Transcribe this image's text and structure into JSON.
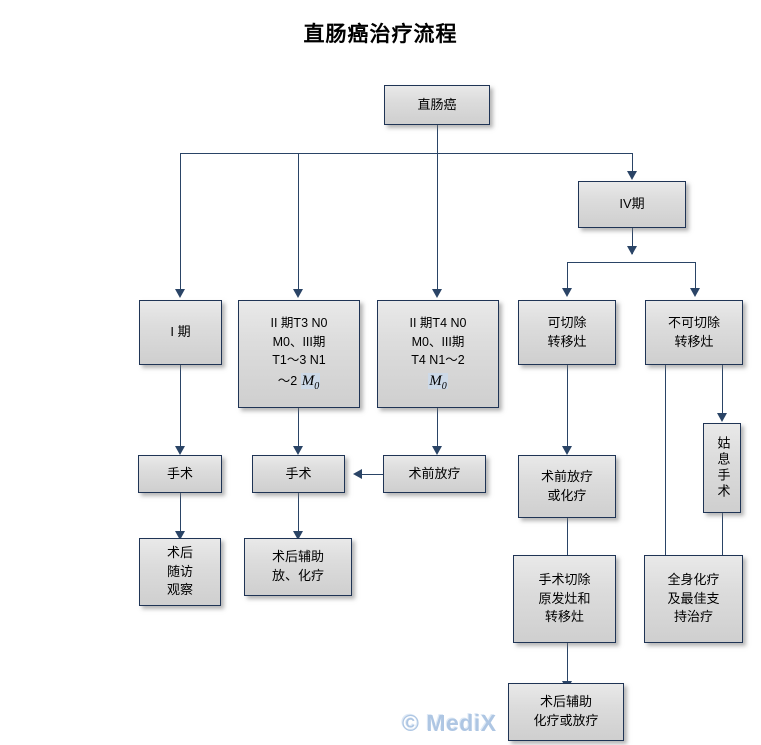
{
  "title": "直肠癌治疗流程",
  "watermark": {
    "symbol": "©",
    "brand": "MediX"
  },
  "colors": {
    "node_border": "#1f3455",
    "node_fill_top": "#e9e9e9",
    "node_fill_bottom": "#cfcfcf",
    "connector": "#2a4466",
    "watermark": "#aec6e3",
    "m0_highlight": "#ccd9e8",
    "title_text": "#000000"
  },
  "nodes": {
    "root": {
      "label": "直肠癌"
    },
    "stage4": {
      "label": "IV期"
    },
    "stage1": {
      "label": "I 期"
    },
    "stage2_t3": {
      "label_line1": "II 期T3 N0",
      "label_line2": "M0、III期",
      "label_line3": "T1〜3  N1",
      "label_line4": "〜2",
      "label_m0": "M",
      "label_m0_sub": "0"
    },
    "stage2_t4": {
      "label_line1": "II 期T4 N0",
      "label_line2": "M0、III期",
      "label_line3": "T4 N1〜2",
      "label_m0": "M",
      "label_m0_sub": "0"
    },
    "resectable_mets": {
      "label": "可切除\n转移灶"
    },
    "unresectable_mets": {
      "label": "不可切除\n转移灶"
    },
    "surgery_1": {
      "label": "手术"
    },
    "surgery_2": {
      "label": "手术"
    },
    "preop_radio": {
      "label": "术前放疗"
    },
    "preop_radio_or_chemo": {
      "label": "术前放疗\n或化疗"
    },
    "palliative_surgery": {
      "label": "姑息手术"
    },
    "postop_followup": {
      "label": "术后\n随访\n观察"
    },
    "postop_adjuvant_radio_chemo": {
      "label": "术后辅助\n放、化疗"
    },
    "resect_primary_and_mets": {
      "label": "手术切除\n原发灶和\n转移灶"
    },
    "systemic_chemo_supportive": {
      "label": "全身化疗\n及最佳支\n持治疗"
    },
    "postop_adjuvant_chemo_radio": {
      "label": "术后辅助\n化疗或放疗"
    }
  },
  "flow": {
    "edges": [
      {
        "from": "root",
        "to": "stage1"
      },
      {
        "from": "root",
        "to": "stage2_t3"
      },
      {
        "from": "root",
        "to": "stage2_t4"
      },
      {
        "from": "root",
        "to": "stage4"
      },
      {
        "from": "stage4",
        "to": "resectable_mets"
      },
      {
        "from": "stage4",
        "to": "unresectable_mets"
      },
      {
        "from": "stage1",
        "to": "surgery_1"
      },
      {
        "from": "stage2_t3",
        "to": "surgery_2"
      },
      {
        "from": "stage2_t4",
        "to": "preop_radio"
      },
      {
        "from": "preop_radio",
        "to": "surgery_2"
      },
      {
        "from": "surgery_1",
        "to": "postop_followup"
      },
      {
        "from": "surgery_2",
        "to": "postop_adjuvant_radio_chemo"
      },
      {
        "from": "resectable_mets",
        "to": "preop_radio_or_chemo"
      },
      {
        "from": "preop_radio_or_chemo",
        "to": "resect_primary_and_mets"
      },
      {
        "from": "resect_primary_and_mets",
        "to": "postop_adjuvant_chemo_radio"
      },
      {
        "from": "unresectable_mets",
        "to": "palliative_surgery"
      },
      {
        "from": "unresectable_mets",
        "to": "systemic_chemo_supportive"
      },
      {
        "from": "palliative_surgery",
        "to": "systemic_chemo_supportive"
      }
    ]
  }
}
